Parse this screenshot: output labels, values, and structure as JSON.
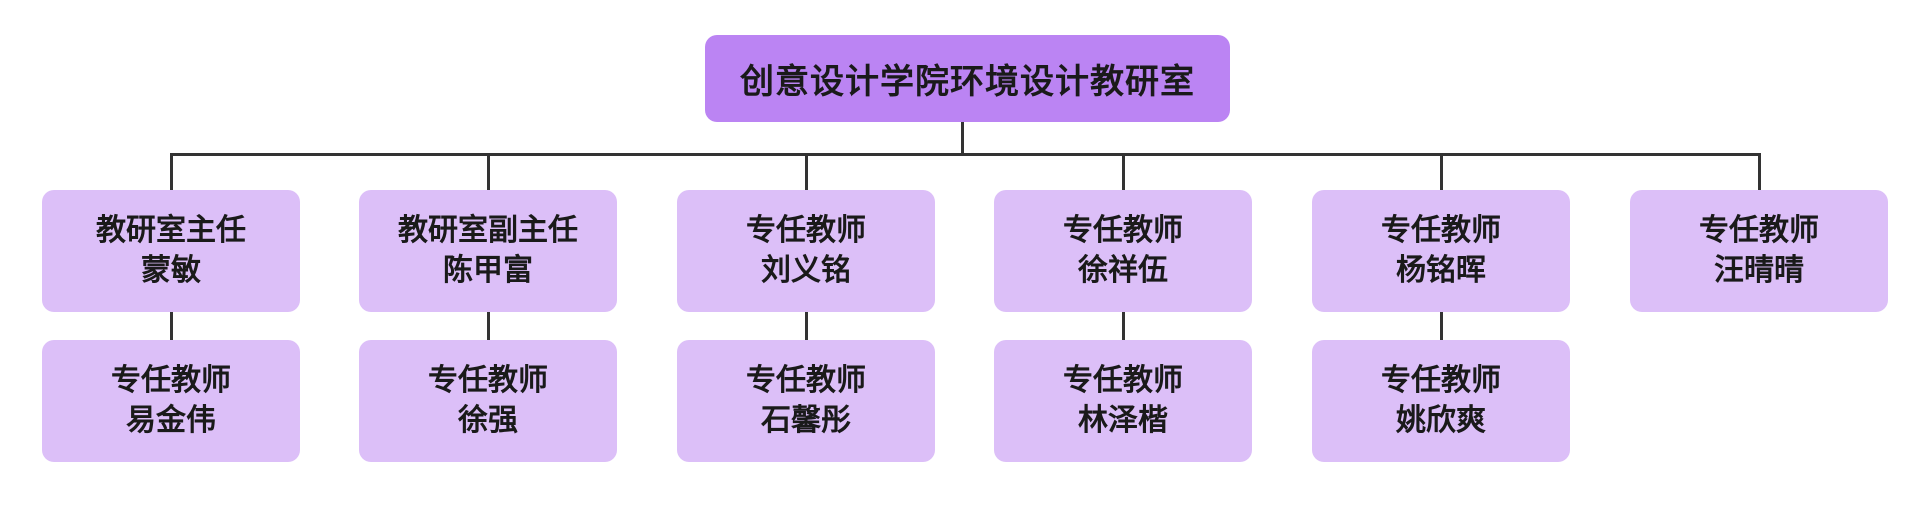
{
  "colors": {
    "root_fill": "#bb84f3",
    "node_fill": "#dcbff8",
    "line": "#333333",
    "text": "#1a1a1a"
  },
  "root": {
    "title": "创意设计学院环境设计教研室"
  },
  "columns": [
    {
      "members": [
        {
          "role": "教研室主任",
          "name": "蒙敏"
        },
        {
          "role": "专任教师",
          "name": "易金伟"
        }
      ]
    },
    {
      "members": [
        {
          "role": "教研室副主任",
          "name": "陈甲富"
        },
        {
          "role": "专任教师",
          "name": "徐强"
        }
      ]
    },
    {
      "members": [
        {
          "role": "专任教师",
          "name": "刘义铭"
        },
        {
          "role": "专任教师",
          "name": "石馨彤"
        }
      ]
    },
    {
      "members": [
        {
          "role": "专任教师",
          "name": "徐祥伍"
        },
        {
          "role": "专任教师",
          "name": "林泽楷"
        }
      ]
    },
    {
      "members": [
        {
          "role": "专任教师",
          "name": "杨铭晖"
        },
        {
          "role": "专任教师",
          "name": "姚欣爽"
        }
      ]
    },
    {
      "members": [
        {
          "role": "专任教师",
          "name": "汪晴晴"
        }
      ]
    }
  ]
}
